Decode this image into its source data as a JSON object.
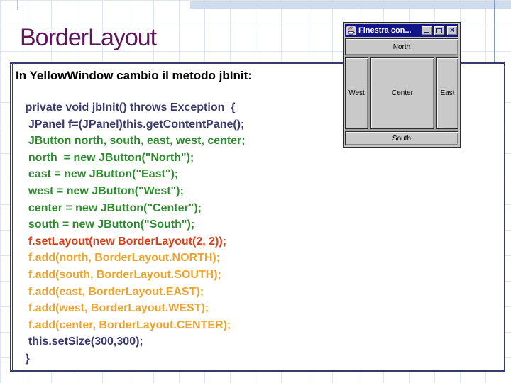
{
  "slide": {
    "title": "BorderLayout",
    "heading": "In YellowWindow cambio il metodo jbInit:",
    "code_lines": [
      {
        "text": " private void jbInit() throws Exception  {",
        "color": "navy"
      },
      {
        "text": "  JPanel f=(JPanel)this.getContentPane();",
        "color": "navy"
      },
      {
        "text": "  JButton north, south, east, west, center;",
        "color": "green"
      },
      {
        "text": "  north  = new JButton(\"North\");",
        "color": "green"
      },
      {
        "text": "  east = new JButton(\"East\");",
        "color": "green"
      },
      {
        "text": "  west = new JButton(\"West\");",
        "color": "green"
      },
      {
        "text": "  center = new JButton(\"Center\");",
        "color": "green"
      },
      {
        "text": "  south = new JButton(\"South\");",
        "color": "green"
      },
      {
        "text": "  f.setLayout(new BorderLayout(2, 2));",
        "color": "red"
      },
      {
        "text": "  f.add(north, BorderLayout.NORTH);",
        "color": "orange"
      },
      {
        "text": "  f.add(south, BorderLayout.SOUTH);",
        "color": "orange"
      },
      {
        "text": "  f.add(east, BorderLayout.EAST);",
        "color": "orange"
      },
      {
        "text": "  f.add(west, BorderLayout.WEST);",
        "color": "orange"
      },
      {
        "text": "  f.add(center, BorderLayout.CENTER);",
        "color": "orange"
      },
      {
        "text": "  this.setSize(300,300);",
        "color": "navy"
      },
      {
        "text": " }",
        "color": "navy"
      }
    ]
  },
  "screenshot_window": {
    "title": "Finestra con...",
    "icon": "java-coffee-cup-icon",
    "controls": {
      "minimize": "minimize",
      "maximize": "maximize",
      "close": "×"
    },
    "buttons": {
      "north": "North",
      "west": "West",
      "center": "Center",
      "east": "East",
      "south": "South"
    }
  },
  "colors": {
    "navy": "#3a3a6e",
    "green": "#2e8b2e",
    "red": "#d4411b",
    "orange": "#eda42c",
    "title_purple": "#5e175e",
    "titlebar_blue": "#15158a",
    "band_blue": "#cfdcef",
    "box_border": "#3a3a6e"
  }
}
